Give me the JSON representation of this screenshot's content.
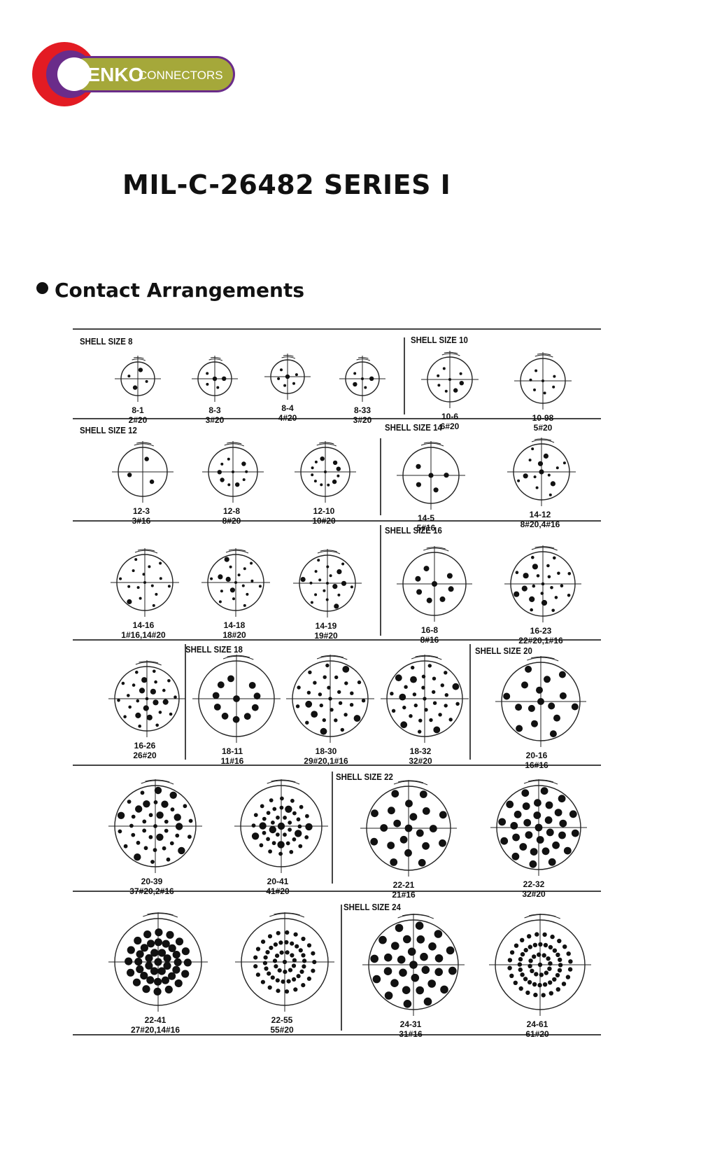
{
  "logo": {
    "brand": "CHENKO",
    "suffix": "CONNECTORS",
    "colors": {
      "red": "#e31b23",
      "purple": "#6a2c8a",
      "olive": "#a5a83a"
    }
  },
  "page_title": "MIL-C-26482 SERIES I",
  "section_heading": "Contact Arrangements",
  "shell_sizes": [
    "SHELL SIZE 8",
    "SHELL SIZE 10",
    "SHELL SIZE 12",
    "SHELL SIZE 14",
    "SHELL SIZE 16",
    "SHELL SIZE 18",
    "SHELL SIZE 20",
    "SHELL SIZE 22",
    "SHELL SIZE 24"
  ],
  "arrangements": [
    {
      "code": "8-1",
      "contacts": "2#20"
    },
    {
      "code": "8-3",
      "contacts": "3#20"
    },
    {
      "code": "8-4",
      "contacts": "4#20"
    },
    {
      "code": "8-33",
      "contacts": "3#20"
    },
    {
      "code": "10-6",
      "contacts": "6#20"
    },
    {
      "code": "10-98",
      "contacts": "5#20"
    },
    {
      "code": "12-3",
      "contacts": "3#16"
    },
    {
      "code": "12-8",
      "contacts": "8#20"
    },
    {
      "code": "12-10",
      "contacts": "10#20"
    },
    {
      "code": "14-5",
      "contacts": "5#16"
    },
    {
      "code": "14-12",
      "contacts": "8#20,4#16"
    },
    {
      "code": "14-16",
      "contacts": "1#16,14#20"
    },
    {
      "code": "14-18",
      "contacts": "18#20"
    },
    {
      "code": "14-19",
      "contacts": "19#20"
    },
    {
      "code": "16-8",
      "contacts": "8#16"
    },
    {
      "code": "16-23",
      "contacts": "22#20,1#16"
    },
    {
      "code": "16-26",
      "contacts": "26#20"
    },
    {
      "code": "18-11",
      "contacts": "11#16"
    },
    {
      "code": "18-30",
      "contacts": "29#20,1#16"
    },
    {
      "code": "18-32",
      "contacts": "32#20"
    },
    {
      "code": "20-16",
      "contacts": "16#16"
    },
    {
      "code": "20-39",
      "contacts": "37#20,2#16"
    },
    {
      "code": "20-41",
      "contacts": "41#20"
    },
    {
      "code": "22-21",
      "contacts": "21#16"
    },
    {
      "code": "22-32",
      "contacts": "32#20"
    },
    {
      "code": "22-41",
      "contacts": "27#20,14#16"
    },
    {
      "code": "22-55",
      "contacts": "55#20"
    },
    {
      "code": "24-31",
      "contacts": "31#16"
    },
    {
      "code": "24-61",
      "contacts": "61#20"
    }
  ]
}
